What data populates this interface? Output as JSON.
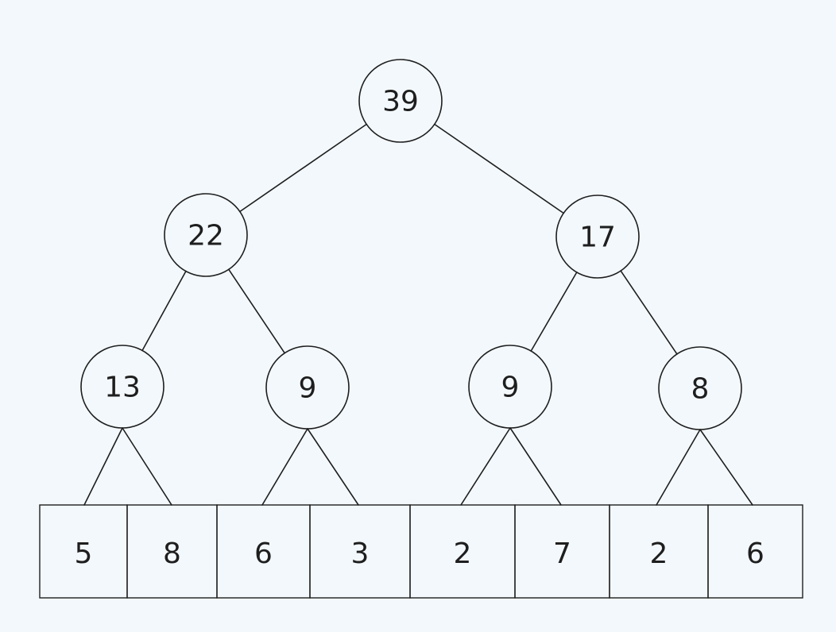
{
  "tree": {
    "nodes": [
      {
        "id": "n0",
        "value": "39"
      },
      {
        "id": "n1",
        "value": "22"
      },
      {
        "id": "n2",
        "value": "17"
      },
      {
        "id": "n3",
        "value": "13"
      },
      {
        "id": "n4",
        "value": "9"
      },
      {
        "id": "n5",
        "value": "9"
      },
      {
        "id": "n6",
        "value": "8"
      }
    ],
    "edges": [
      [
        "n0",
        "n1"
      ],
      [
        "n0",
        "n2"
      ],
      [
        "n1",
        "n3"
      ],
      [
        "n1",
        "n4"
      ],
      [
        "n2",
        "n5"
      ],
      [
        "n2",
        "n6"
      ],
      [
        "n3",
        "c0"
      ],
      [
        "n3",
        "c1"
      ],
      [
        "n4",
        "c2"
      ],
      [
        "n4",
        "c3"
      ],
      [
        "n5",
        "c4"
      ],
      [
        "n5",
        "c5"
      ],
      [
        "n6",
        "c6"
      ],
      [
        "n6",
        "c7"
      ]
    ]
  },
  "array": {
    "cells": [
      {
        "id": "c0",
        "value": "5"
      },
      {
        "id": "c1",
        "value": "8"
      },
      {
        "id": "c2",
        "value": "6"
      },
      {
        "id": "c3",
        "value": "3"
      },
      {
        "id": "c4",
        "value": "2"
      },
      {
        "id": "c5",
        "value": "7"
      },
      {
        "id": "c6",
        "value": "2"
      },
      {
        "id": "c7",
        "value": "6"
      }
    ]
  }
}
